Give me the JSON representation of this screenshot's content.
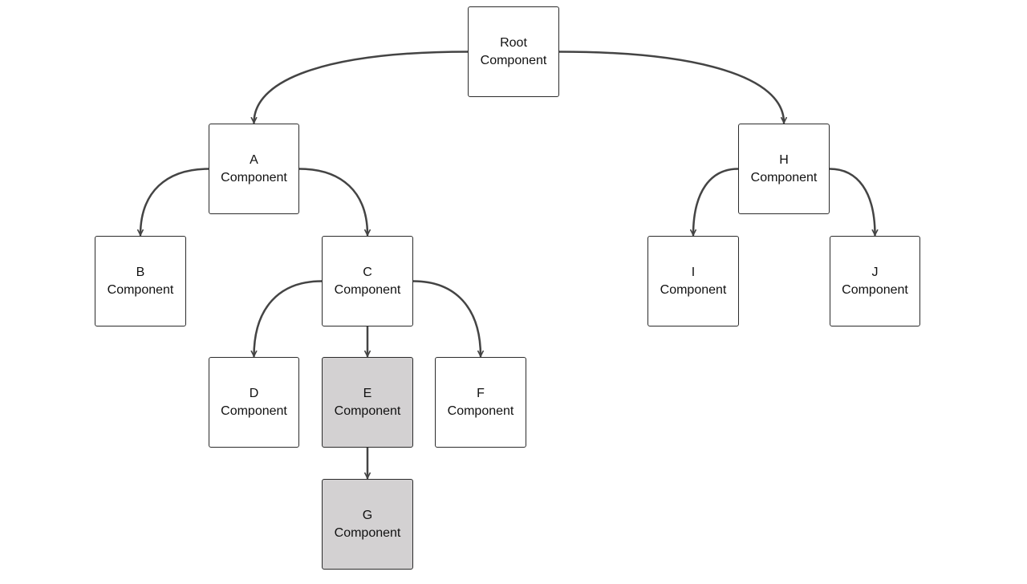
{
  "diagram": {
    "highlight_fill": "#d3d1d2",
    "default_fill": "#ffffff",
    "stroke_color": "#2b2b2b",
    "edge_color": "#444444",
    "nodes": {
      "root": {
        "line1": "Root",
        "line2": "Component",
        "highlighted": false
      },
      "a": {
        "line1": "A",
        "line2": "Component",
        "highlighted": false
      },
      "b": {
        "line1": "B",
        "line2": "Component",
        "highlighted": false
      },
      "c": {
        "line1": "C",
        "line2": "Component",
        "highlighted": false
      },
      "d": {
        "line1": "D",
        "line2": "Component",
        "highlighted": false
      },
      "e": {
        "line1": "E",
        "line2": "Component",
        "highlighted": true
      },
      "f": {
        "line1": "F",
        "line2": "Component",
        "highlighted": false
      },
      "g": {
        "line1": "G",
        "line2": "Component",
        "highlighted": true
      },
      "h": {
        "line1": "H",
        "line2": "Component",
        "highlighted": false
      },
      "i": {
        "line1": "I",
        "line2": "Component",
        "highlighted": false
      },
      "j": {
        "line1": "J",
        "line2": "Component",
        "highlighted": false
      }
    },
    "edges": [
      {
        "from": "root",
        "to": "a"
      },
      {
        "from": "root",
        "to": "h"
      },
      {
        "from": "a",
        "to": "b"
      },
      {
        "from": "a",
        "to": "c"
      },
      {
        "from": "c",
        "to": "d"
      },
      {
        "from": "c",
        "to": "e"
      },
      {
        "from": "c",
        "to": "f"
      },
      {
        "from": "e",
        "to": "g"
      },
      {
        "from": "h",
        "to": "i"
      },
      {
        "from": "h",
        "to": "j"
      }
    ]
  }
}
